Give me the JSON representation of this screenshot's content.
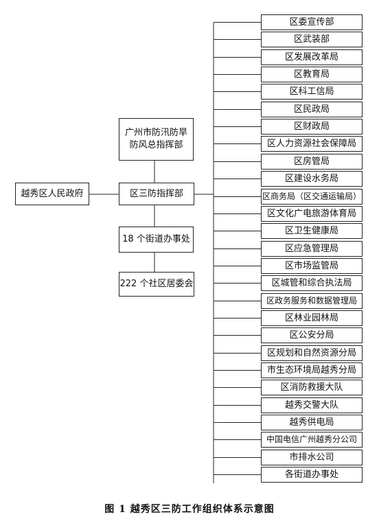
{
  "diagram": {
    "nodes": {
      "gov": "越秀区人民政府",
      "hq": "区三防指挥部",
      "city_hq": "广州市防汛防旱防风总指挥部",
      "streets": "18 个街道办事处",
      "communities": "222 个社区居委会"
    },
    "departments": [
      "区委宣传部",
      "区武装部",
      "区发展改革局",
      "区教育局",
      "区科工信局",
      "区民政局",
      "区财政局",
      "区人力资源社会保障局",
      "区房管局",
      "区建设水务局",
      "区商务局（区交通运输局）",
      "区文化广电旅游体育局",
      "区卫生健康局",
      "区应急管理局",
      "区市场监管局",
      "区城管和综合执法局",
      "区政务服务和数据管理局",
      "区林业园林局",
      "区公安分局",
      "区规划和自然资源分局",
      "市生态环境局越秀分局",
      "区消防救援大队",
      "越秀交警大队",
      "越秀供电局",
      "中国电信广州越秀分公司",
      "市排水公司",
      "各街道办事处"
    ]
  },
  "caption": "图 1 越秀区三防工作组织体系示意图"
}
